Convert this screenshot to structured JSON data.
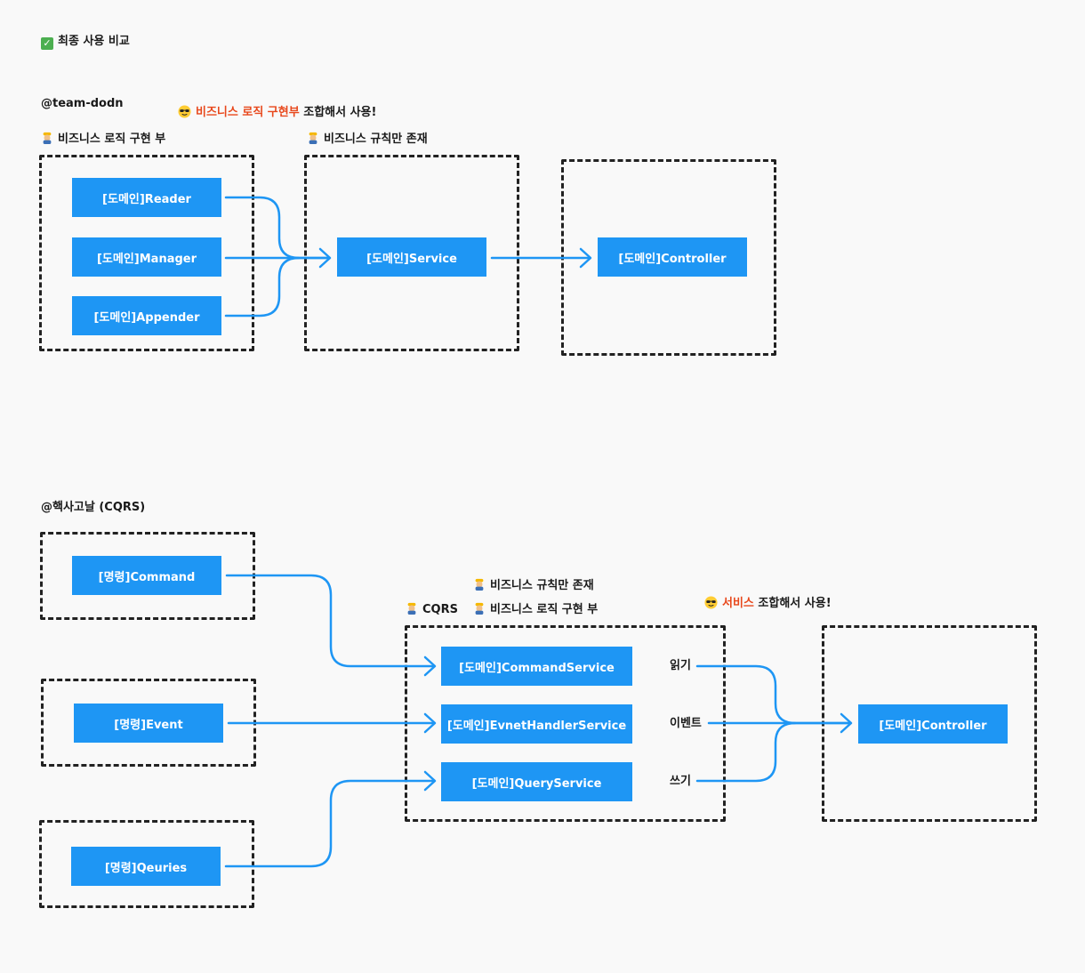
{
  "title": "최종 사용 비교",
  "section1": {
    "heading": "@team-dodn",
    "note_red": "비즈니스 로직 구현부",
    "note_rest": " 조합해서 사용!",
    "label_left": "비즈니스 로직 구현 부",
    "label_mid": "비즈니스 규칙만 존재",
    "boxes": {
      "reader": "[도메인]Reader",
      "manager": "[도메인]Manager",
      "appender": "[도메인]Appender",
      "service": "[도메인]Service",
      "controller": "[도메인]Controller"
    }
  },
  "section2": {
    "heading": "@핵사고날 (CQRS)",
    "label_rules": "비즈니스 규칙만 존재",
    "label_cqrs": "CQRS",
    "label_logic": "비즈니스 로직 구현 부",
    "note_red": "서비스",
    "note_rest": " 조합해서 사용!",
    "boxes": {
      "command": "[명령]Command",
      "event": "[명령]Event",
      "queries": "[명령]Qeuries",
      "command_service": "[도메인]CommandService",
      "event_handler_service": "[도메인]EvnetHandlerService",
      "query_service": "[도메인]QueryService",
      "controller": "[도메인]Controller"
    },
    "edge_labels": {
      "read": "읽기",
      "event": "이벤트",
      "write": "쓰기"
    }
  },
  "colors": {
    "box": "#1e96f4",
    "arrow": "#1e96f4",
    "highlight": "#e8481c",
    "frame": "#222222"
  },
  "icons": [
    "check-icon",
    "worker-icon",
    "sunglasses-icon"
  ]
}
